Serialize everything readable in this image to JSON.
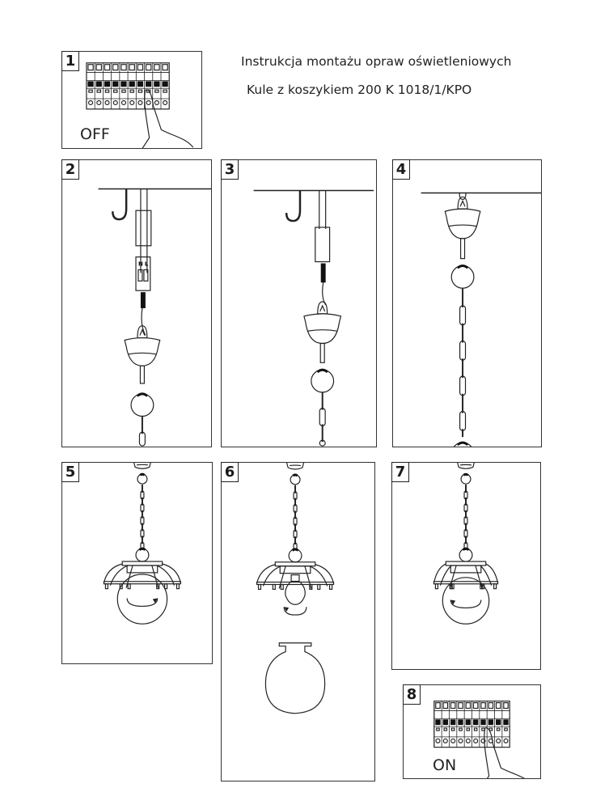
{
  "header": {
    "line1": "Instrukcja montażu opraw oświetleniowych",
    "line2": "Kule z koszykiem 200 K 1018/1/KPO"
  },
  "steps": [
    {
      "number": "1",
      "label": "OFF"
    },
    {
      "number": "2",
      "terminal_n": "N",
      "terminal_l": "L"
    },
    {
      "number": "3"
    },
    {
      "number": "4"
    },
    {
      "number": "5"
    },
    {
      "number": "6"
    },
    {
      "number": "7"
    },
    {
      "number": "8",
      "label": "ON"
    }
  ]
}
